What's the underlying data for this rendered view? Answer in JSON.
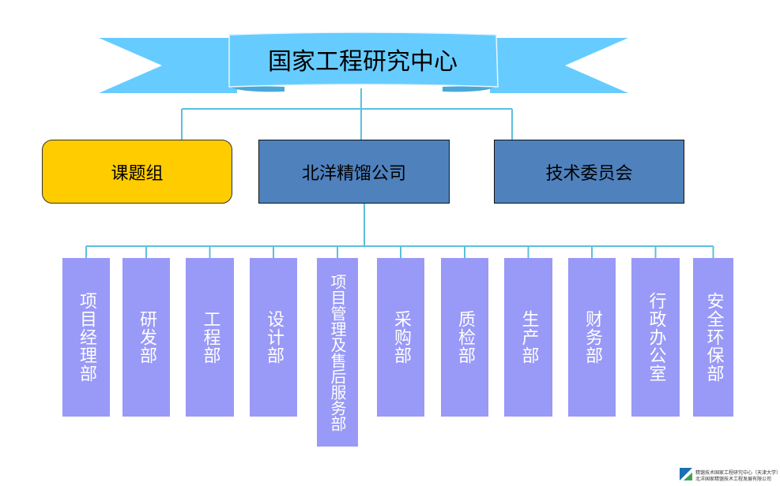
{
  "title": "国家工程研究中心",
  "level1": [
    {
      "label": "课题组",
      "color": "#ffcc00"
    },
    {
      "label": "北洋精馏公司",
      "color": "#4f81bd"
    },
    {
      "label": "技术委员会",
      "color": "#4f81bd"
    }
  ],
  "departments": [
    {
      "label": "项目经理部"
    },
    {
      "label": "研发部"
    },
    {
      "label": "工程部"
    },
    {
      "label": "设计部"
    },
    {
      "label": "项目管理及售后服务部"
    },
    {
      "label": "采购部"
    },
    {
      "label": "质检部"
    },
    {
      "label": "生产部"
    },
    {
      "label": "财务部"
    },
    {
      "label": "行政办公室"
    },
    {
      "label": "安全环保部"
    }
  ],
  "colors": {
    "banner": "#66ccff",
    "connector": "#5bc0de",
    "department": "#9999f7"
  },
  "logo": {
    "line1": "精馏技术国家工程研究中心（天津大学）",
    "line2": "北洋国家精馏技术工程发展有限公司"
  }
}
